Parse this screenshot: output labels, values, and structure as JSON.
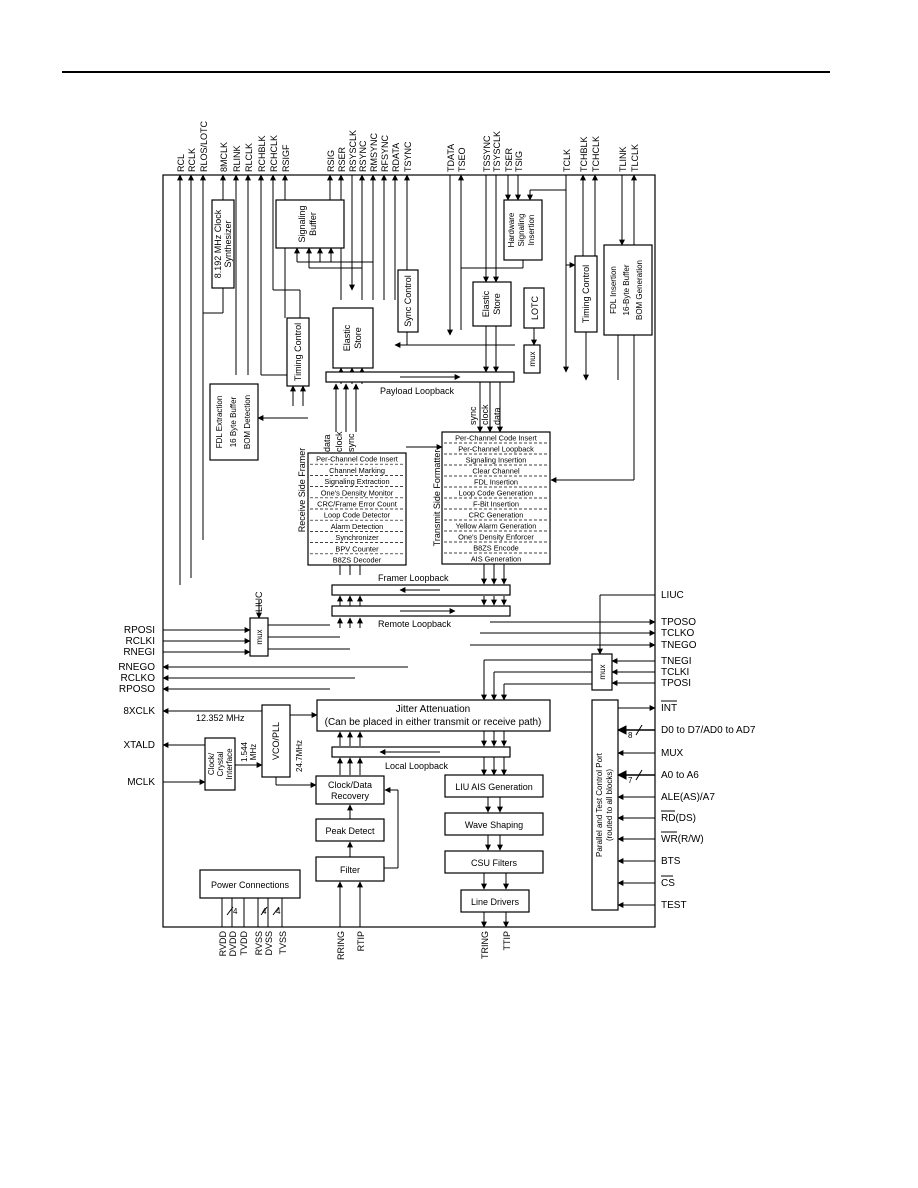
{
  "title": "",
  "receive_side_framer_label": "Receive Side Framer",
  "transmit_side_formatter_label": "Transmit Side Formatter",
  "receive_rows": [
    "Per-Channel Code Insert",
    "Channel Marking",
    "Signaling Extraction",
    "One's Density Monitor",
    "CRC/Frame Error Count",
    "Loop Code Detector",
    "Alarm Detection",
    "Synchronizer",
    "BPV Counter",
    "B8ZS Decoder"
  ],
  "transmit_rows": [
    "Per-Channel Code Insert",
    "Per-Channel Loopback",
    "Signaling Insertion",
    "Clear Channel",
    "FDL Insertion",
    "Loop Code Generation",
    "F-Bit Insertion",
    "CRC Generation",
    "Yellow Alarm Generation",
    "One's Density Enforcer",
    "B8ZS Encode",
    "AIS Generation"
  ],
  "blocks": {
    "clock_synth": [
      "8.192 MHz Clock",
      "Synthesizer"
    ],
    "signaling_buffer": [
      "Signaling",
      "Buffer"
    ],
    "hw_signaling": [
      "Hardware",
      "Signaling",
      "Insertion"
    ],
    "sync_control": "Sync Control",
    "elastic_store": [
      "Elastic",
      "Store"
    ],
    "lotc": "LOTC",
    "timing_control": "Timing Control",
    "fdl_insertion": [
      "FDL Insertion",
      "16-Byte Buffer",
      "BOM Generation"
    ],
    "fdl_extraction": [
      "FDL Extraction",
      "16 Byte Buffer",
      "BOM Detection"
    ],
    "mux": "mux",
    "jitter": [
      "Jitter Attenuation",
      "(Can be placed in either transmit or receive path)"
    ],
    "clock_crystal": [
      "Clock/",
      "Crystal",
      "Interface"
    ],
    "vcopll": "VCO/PLL",
    "mhz1544": [
      "1.544",
      "MHz"
    ],
    "mhz247": "24.7MHz",
    "mhz12352": "12.352 MHz",
    "clock_data_recovery": [
      "Clock/Data",
      "Recovery"
    ],
    "peak_detect": "Peak Detect",
    "filter": "Filter",
    "liu_ais": "LIU AIS Generation",
    "wave_shaping": "Wave Shaping",
    "csu_filters": "CSU Filters",
    "line_drivers": "Line Drivers",
    "power_connections": "Power Connections",
    "parallel_port": [
      "Parallel and Test Control Port",
      "(routed to all blocks)"
    ]
  },
  "loopbacks": {
    "payload": "Payload Loopback",
    "framer": "Framer Loopback",
    "remote": "Remote Loopback",
    "local": "Local Loopback"
  },
  "bus_labels": {
    "rx": [
      "data",
      "clock",
      "sync"
    ],
    "tx": [
      "sync",
      "clock",
      "data"
    ]
  },
  "pins_top": [
    "RCL",
    "RCLK",
    "RLOS/LOTC",
    "8MCLK",
    "RLINK",
    "RLCLK",
    "RCHBLK",
    "RCHCLK",
    "RSIGF",
    "RSIG",
    "RSER",
    "RSYSCLK",
    "RSYNC",
    "RMSYNC",
    "RFSYNC",
    "RDATA",
    "TSYNC",
    "TDATA",
    "TSEO",
    "TSSYNC",
    "TSYSCLK",
    "TSER",
    "TSIG",
    "TCLK",
    "TCHBLK",
    "TCHCLK",
    "TLINK",
    "TLCLK"
  ],
  "pins_left": [
    "RPOSI",
    "RCLKI",
    "RNEGI",
    "RNEGO",
    "RCLKO",
    "RPOSO",
    "8XCLK",
    "XTALD",
    "MCLK"
  ],
  "pins_right": [
    "LIUC",
    "TPOSO",
    "TCLKO",
    "TNEGO",
    "TNEGI",
    "TCLKI",
    "TPOSI",
    "INT",
    "D0 to D7/AD0 to AD7",
    "MUX",
    "A0 to A6",
    "ALE(AS)/A7",
    "RD(DS)",
    "WR(R/W)",
    "BTS",
    "CS",
    "TEST"
  ],
  "pins_bottom": [
    "RVDD",
    "DVDD",
    "TVDD",
    "RVSS",
    "DVSS",
    "TVSS",
    "RRING",
    "RTIP",
    "TRING",
    "TTIP"
  ],
  "inner_labels": {
    "liuc": "LIUC",
    "bus_8": "8",
    "bus_7": "7",
    "bus_4a": "4",
    "bus_4b": "4",
    "bus_4c": "4"
  }
}
